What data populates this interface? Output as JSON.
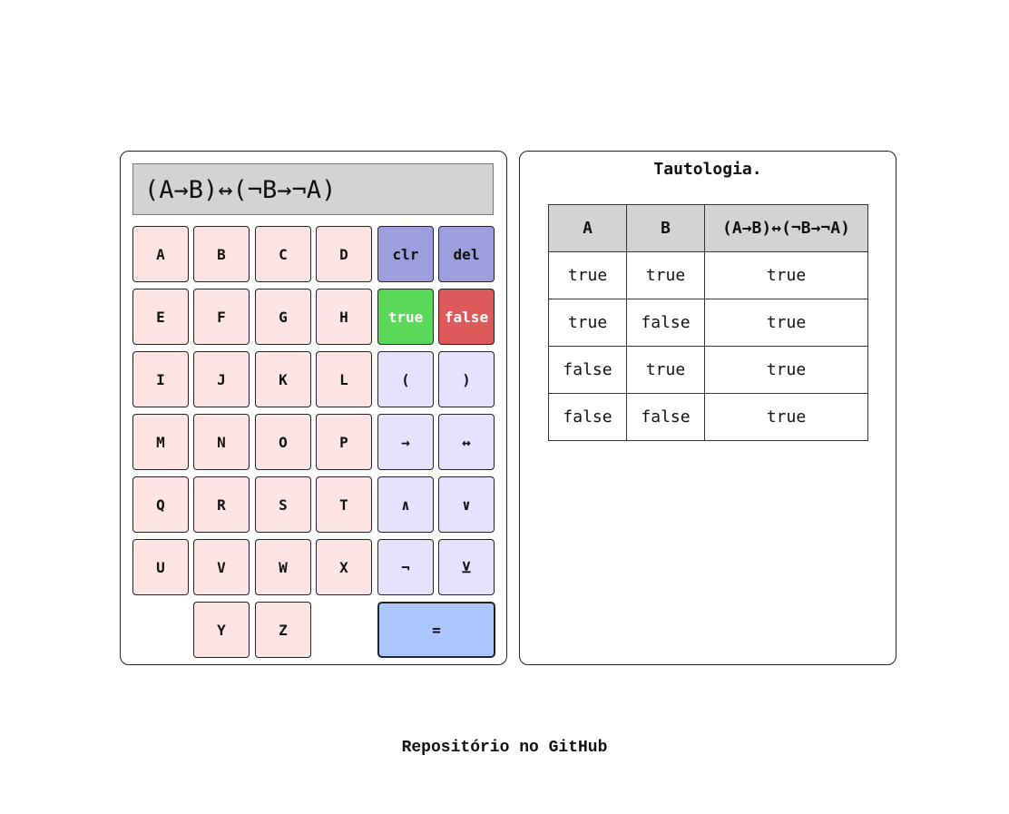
{
  "calculator": {
    "display": "(A→B)↔(¬B→¬A)",
    "letters": [
      "A",
      "B",
      "C",
      "D",
      "E",
      "F",
      "G",
      "H",
      "I",
      "J",
      "K",
      "L",
      "M",
      "N",
      "O",
      "P",
      "Q",
      "R",
      "S",
      "T",
      "U",
      "V",
      "W",
      "X",
      "Y",
      "Z"
    ],
    "controls": {
      "clear": "clr",
      "delete": "del"
    },
    "values": {
      "true": "true",
      "false": "false"
    },
    "operators": {
      "open_paren": "(",
      "close_paren": ")",
      "implies": "→",
      "iff": "↔",
      "and": "∧",
      "or": "∨",
      "not": "¬",
      "xor": "⊻"
    },
    "equals": "="
  },
  "result": {
    "title": "Tautologia.",
    "headers": [
      "A",
      "B",
      "(A→B)↔(¬B→¬A)"
    ],
    "rows": [
      [
        "true",
        "true",
        "true"
      ],
      [
        "true",
        "false",
        "true"
      ],
      [
        "false",
        "true",
        "true"
      ],
      [
        "false",
        "false",
        "true"
      ]
    ]
  },
  "footer": {
    "link_text": "Repositório no GitHub"
  },
  "colors": {
    "letter_key": "#fde4e4",
    "operator_key": "#e4e2fd",
    "control_key": "#9d9ede",
    "true_key": "#5ad85a",
    "false_key": "#de5a5a",
    "equals_key": "#abc5ff",
    "display_bg": "#d3d3d3"
  }
}
